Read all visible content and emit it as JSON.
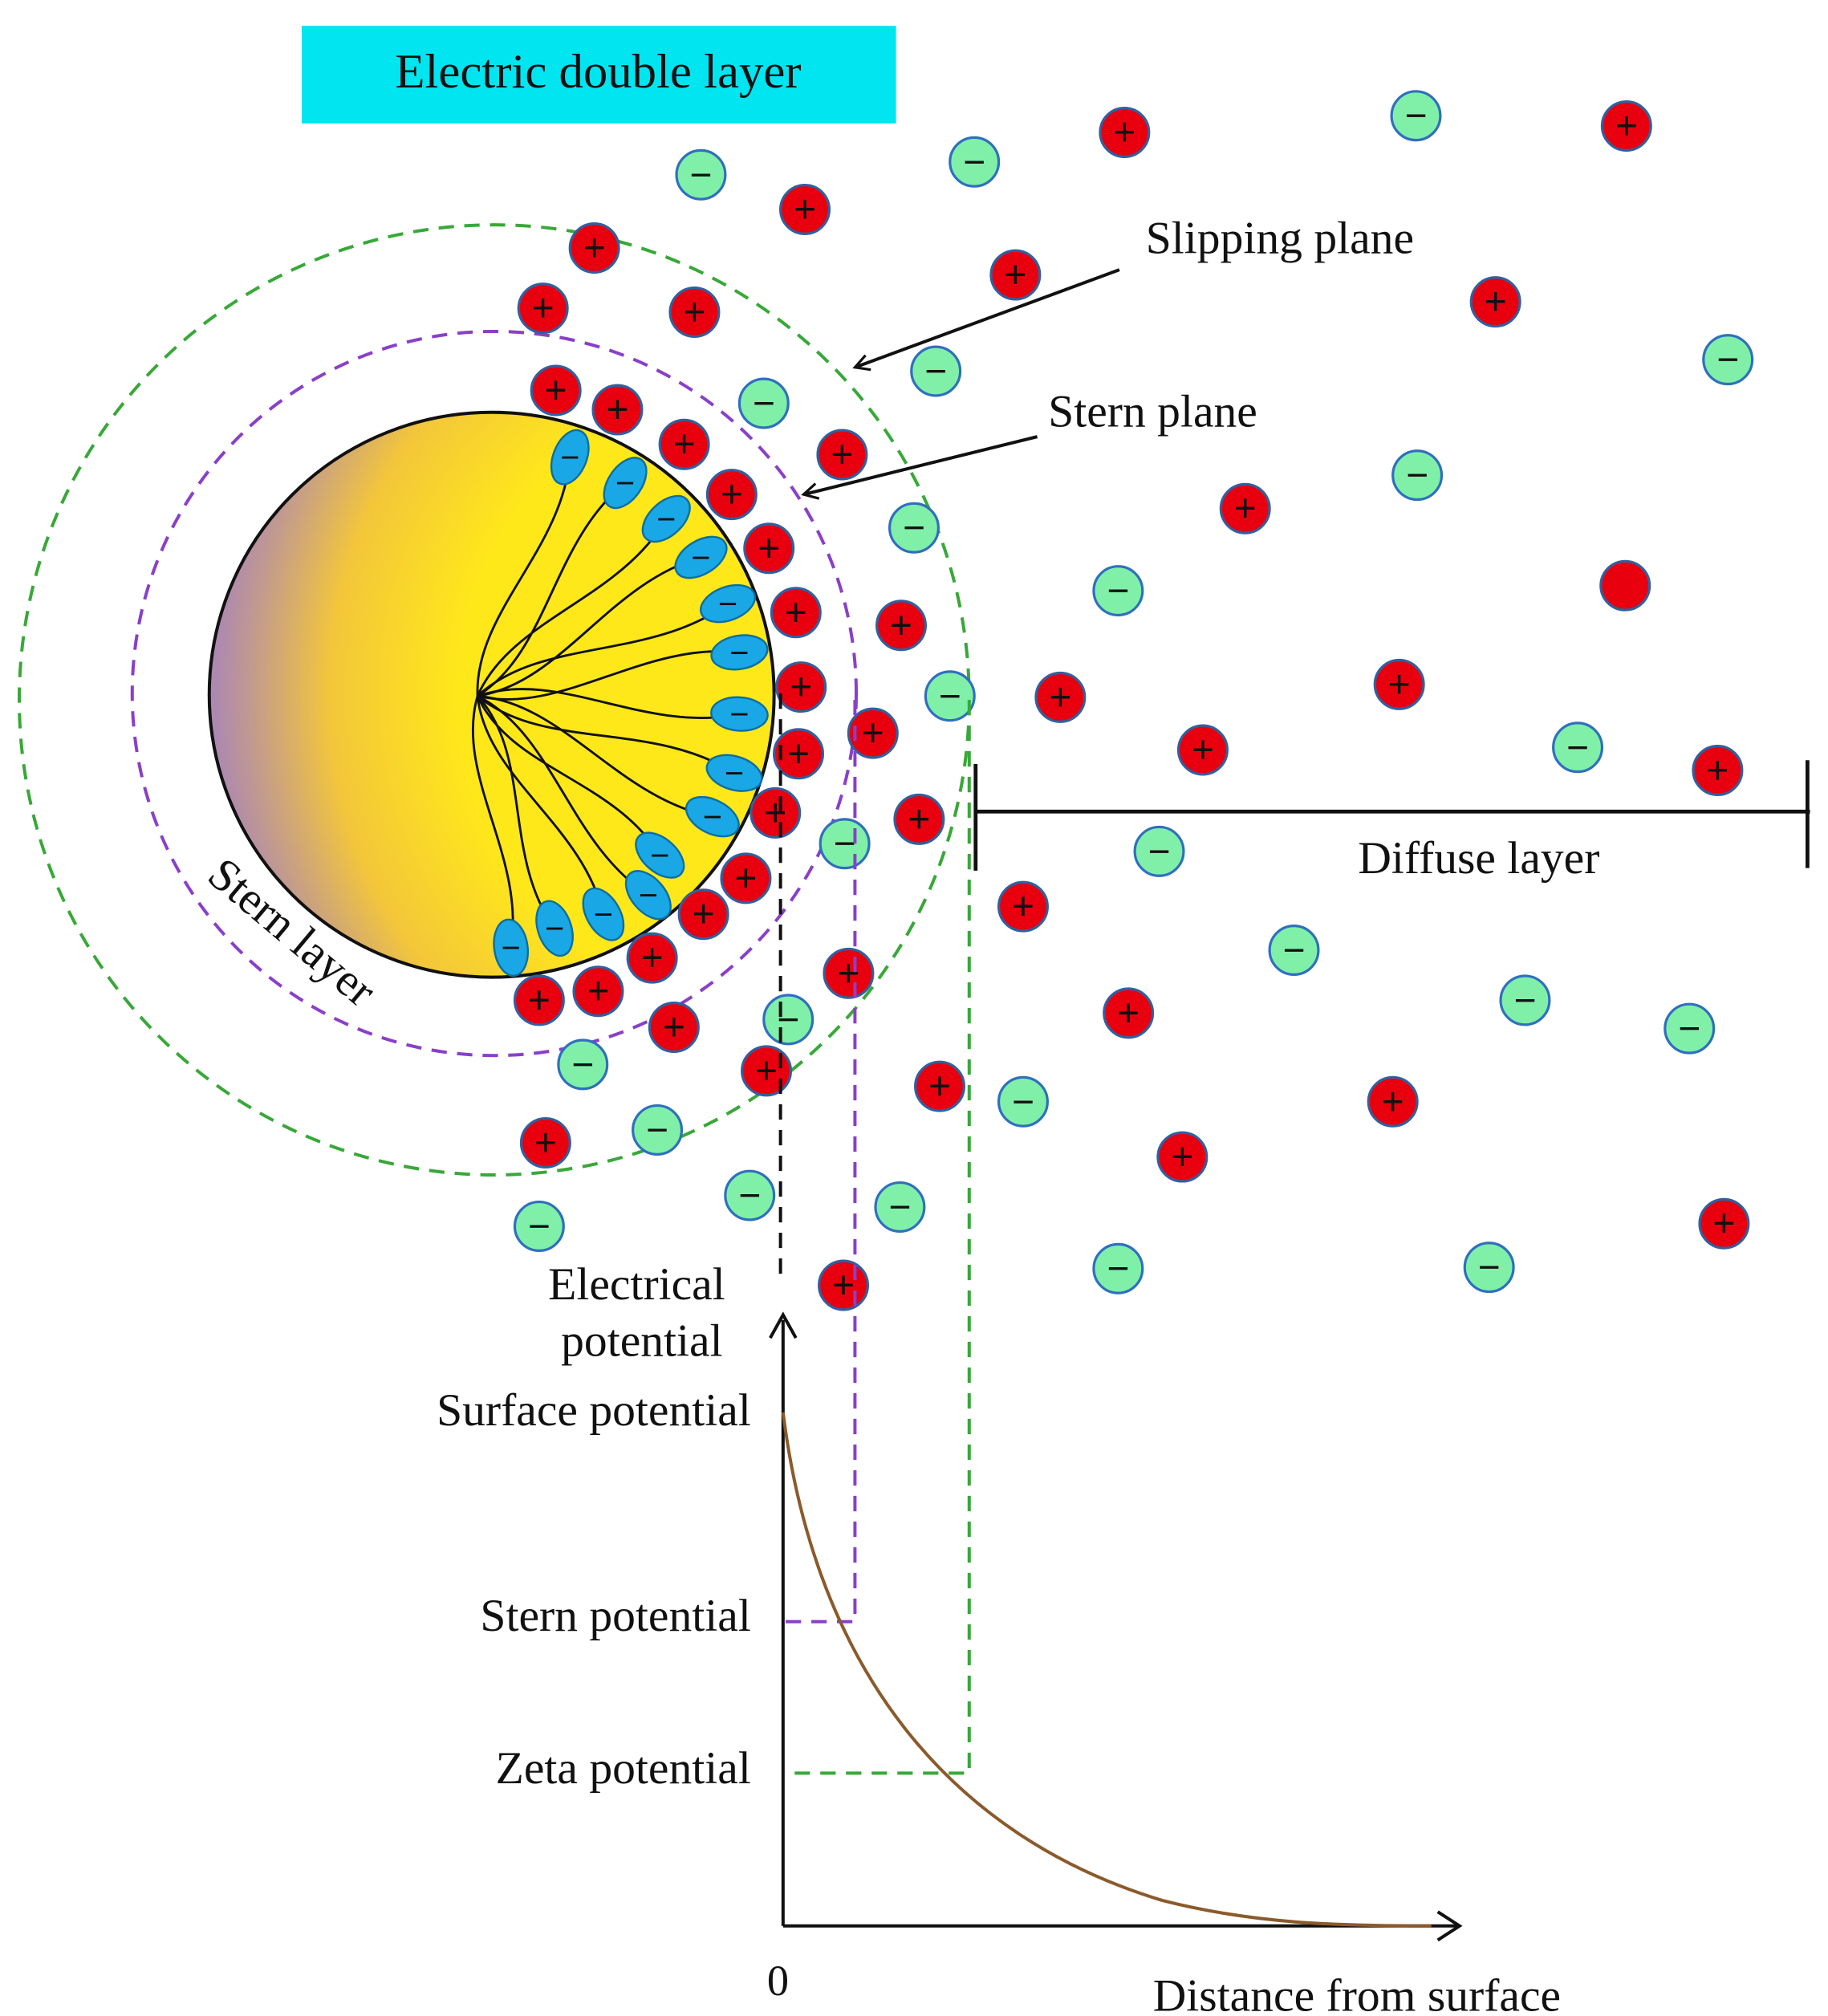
{
  "labels": {
    "title": "Electric double layer",
    "slipping_plane": "Slipping plane",
    "stern_plane": "Stern plane",
    "stern_layer": "Stern layer",
    "diffuse_layer": "Diffuse layer",
    "y_axis_line1": "Electrical",
    "y_axis_line2": "potential",
    "surface_potential": "Surface potential",
    "stern_potential": "Stern potential",
    "zeta_potential": "Zeta potential",
    "origin": "0",
    "x_axis": "Distance from surface"
  },
  "symbols": {
    "positive": "+",
    "negative": "−"
  },
  "colors": {
    "title_bg": "#00e5f0",
    "cation": "#e8000e",
    "anion": "#80f0a8",
    "head_group": "#1aa7e6",
    "particle_core": "#ffe81a",
    "particle_edge": "#a884b8",
    "stern_dash": "#8a3fc9",
    "slip_dash": "#38a838",
    "curve": "#8b5a2b"
  }
}
